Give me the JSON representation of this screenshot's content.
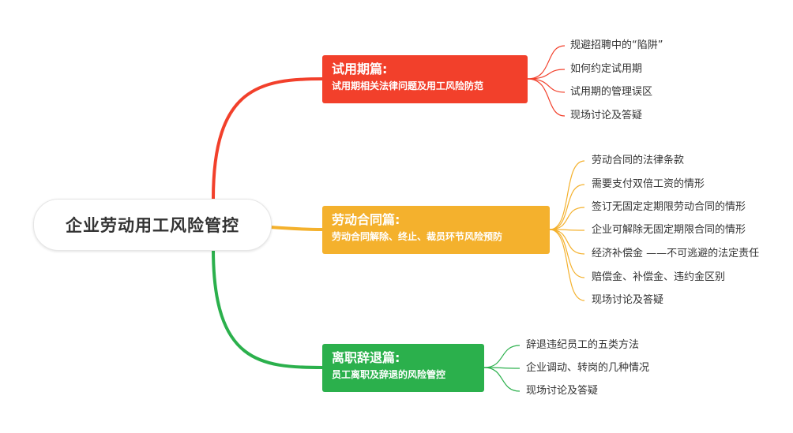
{
  "root": {
    "label": "企业劳动用工风险管控"
  },
  "branches": [
    {
      "title": "试用期篇:",
      "subtitle": "试用期相关法律问题及用工风险防范",
      "color": "#f2402b",
      "items": [
        "规避招聘中的“陷阱”",
        "如何约定试用期",
        "试用期的管理误区",
        "现场讨论及答疑"
      ]
    },
    {
      "title": "劳动合同篇:",
      "subtitle": "劳动合同解除、终止、裁员环节风险预防",
      "color": "#f4b12d",
      "items": [
        "劳动合同的法律条款",
        "需要支付双倍工资的情形",
        "签订无固定定期限劳动合同的情形",
        "企业可解除无固定期限合同的情形",
        "经济补偿金 ——不可逃避的法定责任",
        "赔偿金、补偿金、违约金区别",
        "现场讨论及答疑"
      ]
    },
    {
      "title": "离职辞退篇:",
      "subtitle": "员工离职及辞退的风险管控",
      "color": "#2bb04c",
      "items": [
        "辞退违纪员工的五类方法",
        "企业调动、转岗的几种情况",
        "现场讨论及答疑"
      ]
    }
  ]
}
